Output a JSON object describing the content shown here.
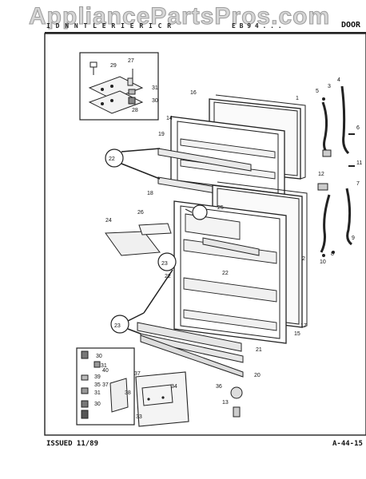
{
  "watermark": "AppliancePartsPros.com",
  "header": {
    "left": "I D N N T L E R I E R I C R",
    "middle": "E B 9 4 . . .",
    "right": "DOOR"
  },
  "footer": {
    "issued": "ISSUED 11/89",
    "page_code": "A-44-15"
  },
  "callouts": [
    "29",
    "27",
    "31",
    "30",
    "28",
    "16",
    "1",
    "5",
    "3",
    "4",
    "6",
    "14",
    "19",
    "22",
    "12",
    "11",
    "18",
    "25",
    "26",
    "24",
    "10",
    "9",
    "8",
    "2",
    "22",
    "17",
    "23",
    "15",
    "21",
    "20",
    "30",
    "31",
    "40",
    "39",
    "35",
    "37",
    "31",
    "38",
    "30",
    "37",
    "34",
    "33",
    "36",
    "13",
    "22",
    "23",
    "7"
  ]
}
